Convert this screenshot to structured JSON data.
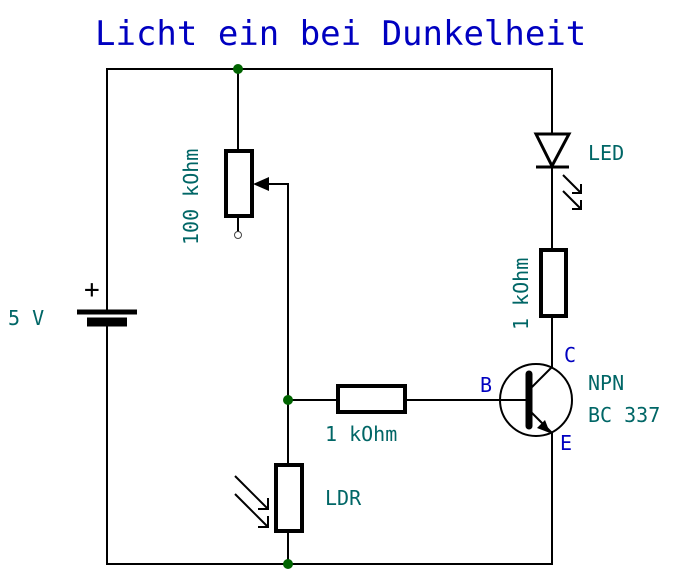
{
  "title": "Licht ein bei Dunkelheit",
  "components": {
    "battery": {
      "label": "5 V",
      "polarity": "+"
    },
    "potentiometer": {
      "label": "100 kOhm"
    },
    "led": {
      "label": "LED"
    },
    "led_resistor": {
      "label": "1 kOhm"
    },
    "base_resistor": {
      "label": "1 kOhm"
    },
    "ldr": {
      "label": "LDR"
    },
    "transistor": {
      "type": "NPN",
      "model": "BC 337",
      "pin_b": "B",
      "pin_c": "C",
      "pin_e": "E"
    }
  },
  "colors": {
    "title": "#0000c0",
    "label": "#006666",
    "pin": "#0000c0",
    "junction": "#006400",
    "wire": "#000000"
  }
}
